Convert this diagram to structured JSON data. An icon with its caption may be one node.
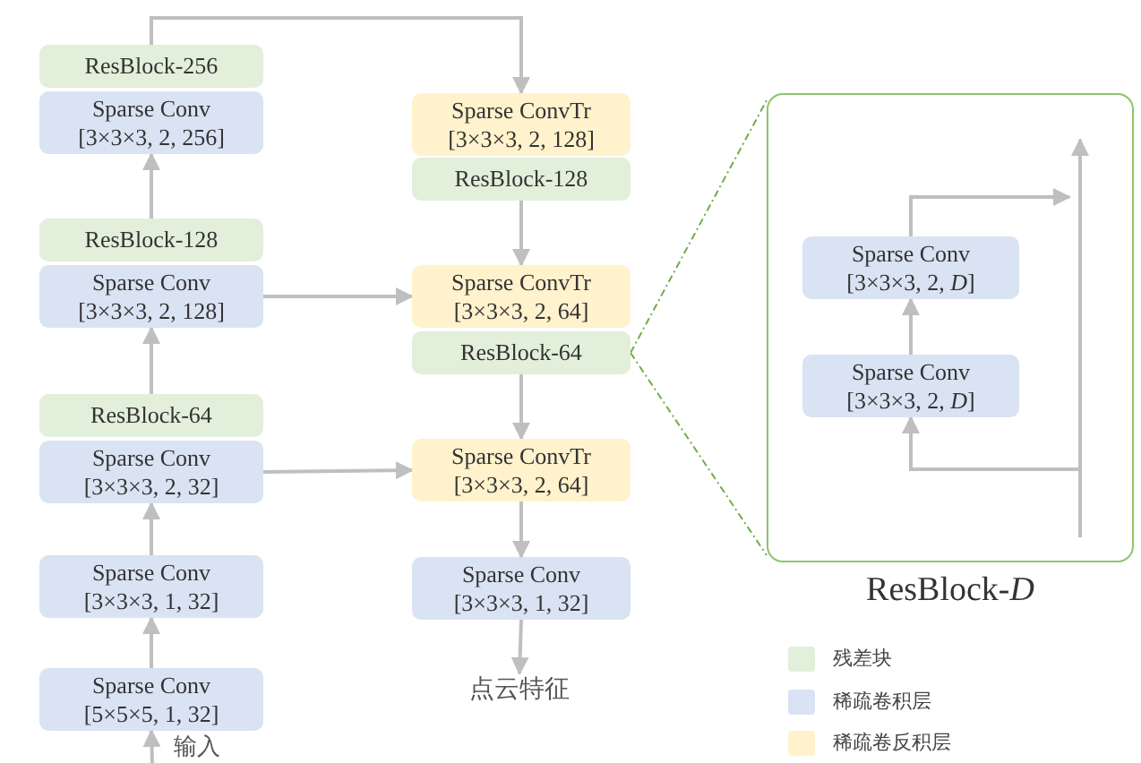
{
  "diagram": {
    "nodes": [
      {
        "text": [
          "ResBlock-256"
        ]
      },
      {
        "text": [
          "Sparse Conv [3×3×3, 2, 256]"
        ]
      },
      {
        "text": [
          "ResBlock-128"
        ]
      },
      {
        "text": [
          "Sparse Conv [3×3×3, 2, 128]"
        ]
      },
      {
        "text": [
          "ResBlock-64"
        ]
      },
      {
        "text": [
          "Sparse Conv [3×3×3, 2, 32]"
        ]
      },
      {
        "text": [
          "Sparse Conv [3×3×3, 1, 32]"
        ]
      },
      {
        "text": [
          "Sparse Conv [5×5×5, 1, 32]"
        ]
      },
      {
        "text": [
          "Sparse ConvTr [3×3×3, 2, 128]"
        ]
      },
      {
        "text": [
          "ResBlock-128"
        ]
      },
      {
        "text": [
          "Sparse ConvTr [3×3×3, 2, 64]"
        ]
      },
      {
        "text": [
          "ResBlock-64"
        ]
      },
      {
        "text": [
          "Sparse ConvTr [3×3×3, 2, 64]"
        ]
      },
      {
        "text": [
          "Sparse Conv [3×3×3, 1, 32]"
        ]
      },
      {
        "text": [
          "点云特征"
        ]
      },
      {
        "text": [
          "ResBlock-*D*"
        ]
      },
      {
        "text": [
          "Sparse Conv [3×3×3, 2, *D*]"
        ],
        "in": 15
      },
      {
        "text": [
          "Sparse Conv [3×3×3, 2, *D*]"
        ],
        "in": 15
      }
    ],
    "edges": [
      {
        "from": null,
        "to": 7,
        "arrow": "to"
      },
      {
        "from": 7,
        "to": 6,
        "arrow": "to"
      },
      {
        "from": 6,
        "to": 5,
        "arrow": "to"
      },
      {
        "from": 4,
        "to": 3,
        "arrow": "to"
      },
      {
        "from": 2,
        "to": 1,
        "arrow": "to"
      },
      {
        "from": 0,
        "to": 8,
        "arrow": "to"
      },
      {
        "from": 9,
        "to": 10,
        "arrow": "to"
      },
      {
        "from": 3,
        "to": 10,
        "arrow": "to"
      },
      {
        "from": 11,
        "to": 12,
        "arrow": "to"
      },
      {
        "from": 5,
        "to": 12,
        "arrow": "to"
      },
      {
        "from": 12,
        "to": 13,
        "arrow": "to"
      },
      {
        "from": 13,
        "to": 14,
        "arrow": "to"
      },
      {
        "from": 11,
        "to": 15,
        "arrow": "none",
        "style": "dashed",
        "color": "#70ad47"
      },
      {
        "from": 11,
        "to": 15,
        "arrow": "none",
        "style": "dashed",
        "color": "#70ad47"
      },
      {
        "from": null,
        "to": 17,
        "arrow": "to"
      },
      {
        "from": 17,
        "to": 16,
        "arrow": "to"
      },
      {
        "from": 16,
        "to": null,
        "arrow": "to"
      }
    ],
    "labels": [
      "输入"
    ],
    "legend": [
      {
        "text": "残差块",
        "color": "#e2efda"
      },
      {
        "text": "稀疏卷积层",
        "color": "#dae3f3"
      },
      {
        "text": "稀疏卷反积层",
        "color": "#fff2cc"
      }
    ]
  }
}
